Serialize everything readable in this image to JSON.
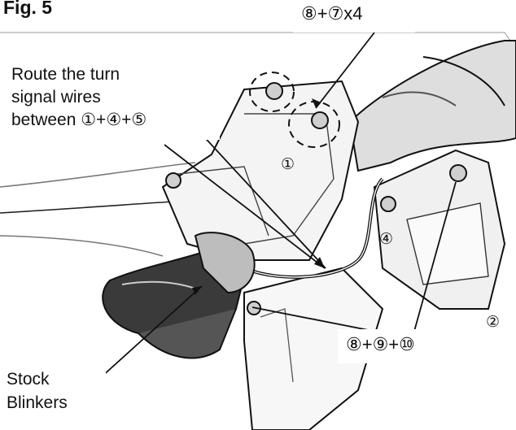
{
  "figure": {
    "title": "Fig. 5",
    "parts_top": "⑧+⑦x4",
    "route_note": {
      "line1": "Route the turn",
      "line2": "signal wires",
      "line3": "between ①+④+⑤"
    },
    "parts_bottom": "⑧+⑨+⑩",
    "callouts": {
      "one": "①",
      "four": "④",
      "two": "②"
    },
    "stock_label": {
      "line1": "Stock",
      "line2": "Blinkers"
    }
  }
}
